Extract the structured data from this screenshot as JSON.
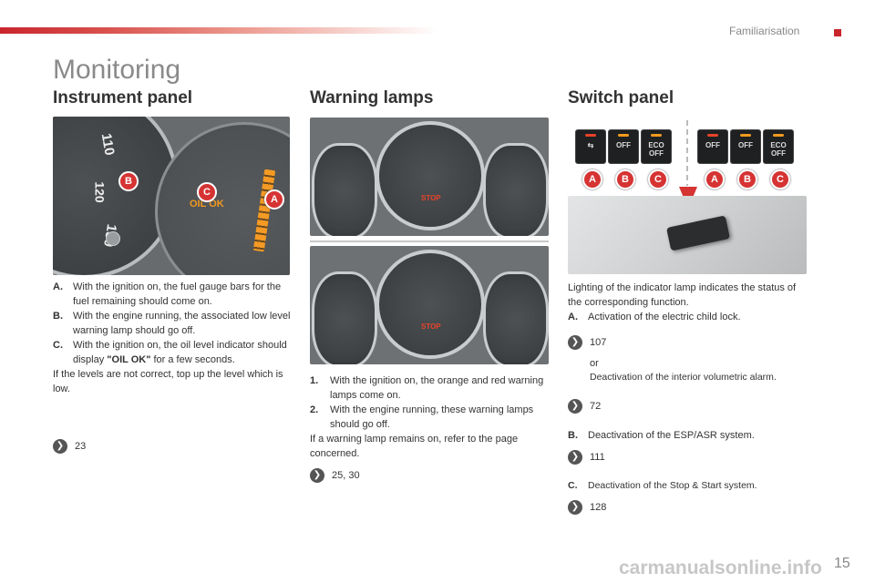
{
  "header": {
    "section": "Familiarisation",
    "page_title": "Monitoring"
  },
  "columns": {
    "instrument": {
      "heading": "Instrument panel"
    },
    "warning": {
      "heading": "Warning lamps"
    },
    "switch": {
      "heading": "Switch panel"
    }
  },
  "instrument_photo": {
    "speed_ticks": [
      "110",
      "120",
      "130"
    ],
    "gauge_text": "OIL OK",
    "tags": [
      "B",
      "C",
      "A"
    ]
  },
  "instrument_text": {
    "items": [
      {
        "letter": "A.",
        "text": "With the ignition on, the fuel gauge bars for the fuel remaining should come on."
      },
      {
        "letter": "B.",
        "text": "With the engine running, the associated low level warning lamp should go off."
      },
      {
        "letter": "C.",
        "text_pre": "With the ignition on, the oil level indicator should display ",
        "text_bold": "\"OIL OK\"",
        "text_post": " for a few seconds."
      }
    ],
    "note": "If the levels are not correct, top up the level which is low.",
    "ref": "23"
  },
  "warning_text": {
    "items": [
      {
        "letter": "1.",
        "text": "With the ignition on, the orange and red warning lamps come on."
      },
      {
        "letter": "2.",
        "text": "With the engine running, these warning lamps should go off."
      }
    ],
    "note": "If a warning lamp remains on, refer to the page concerned.",
    "ref": "25, 30"
  },
  "warning_photo": {
    "stop_label": "STOP"
  },
  "switch_photo": {
    "keys_left": [
      {
        "sym": "⇆",
        "led": "#e8432a"
      },
      {
        "sym": "OFF",
        "led": "#f29a1e"
      },
      {
        "sym": "ECO OFF",
        "led": "#f29a1e"
      }
    ],
    "keys_right": [
      {
        "sym": "OFF",
        "led": "#e8432a"
      },
      {
        "sym": "OFF",
        "led": "#f29a1e"
      },
      {
        "sym": "ECO OFF",
        "led": "#f29a1e"
      }
    ],
    "tags_left": [
      "A",
      "B",
      "C"
    ],
    "tags_right": [
      "A",
      "B",
      "C"
    ]
  },
  "switch_text": {
    "intro": "Lighting of the indicator lamp indicates the status of the corresponding function.",
    "a_letter": "A.",
    "a_text": "Activation of the electric child lock.",
    "ref_1": "107",
    "or": "or",
    "a_alt": "Deactivation of the interior volumetric alarm.",
    "ref_2": "72",
    "b_letter": "B.",
    "b_text": "Deactivation of the ESP/ASR system.",
    "ref_3": "111",
    "c_letter": "C.",
    "c_text": "Deactivation of the Stop & Start system.",
    "ref_4": "128"
  },
  "footer": {
    "page_number": "15",
    "watermark": "carmanualsonline.info"
  },
  "colors": {
    "accent": "#c9252c",
    "tag": "#d63333",
    "led_orange": "#f29a1e"
  }
}
